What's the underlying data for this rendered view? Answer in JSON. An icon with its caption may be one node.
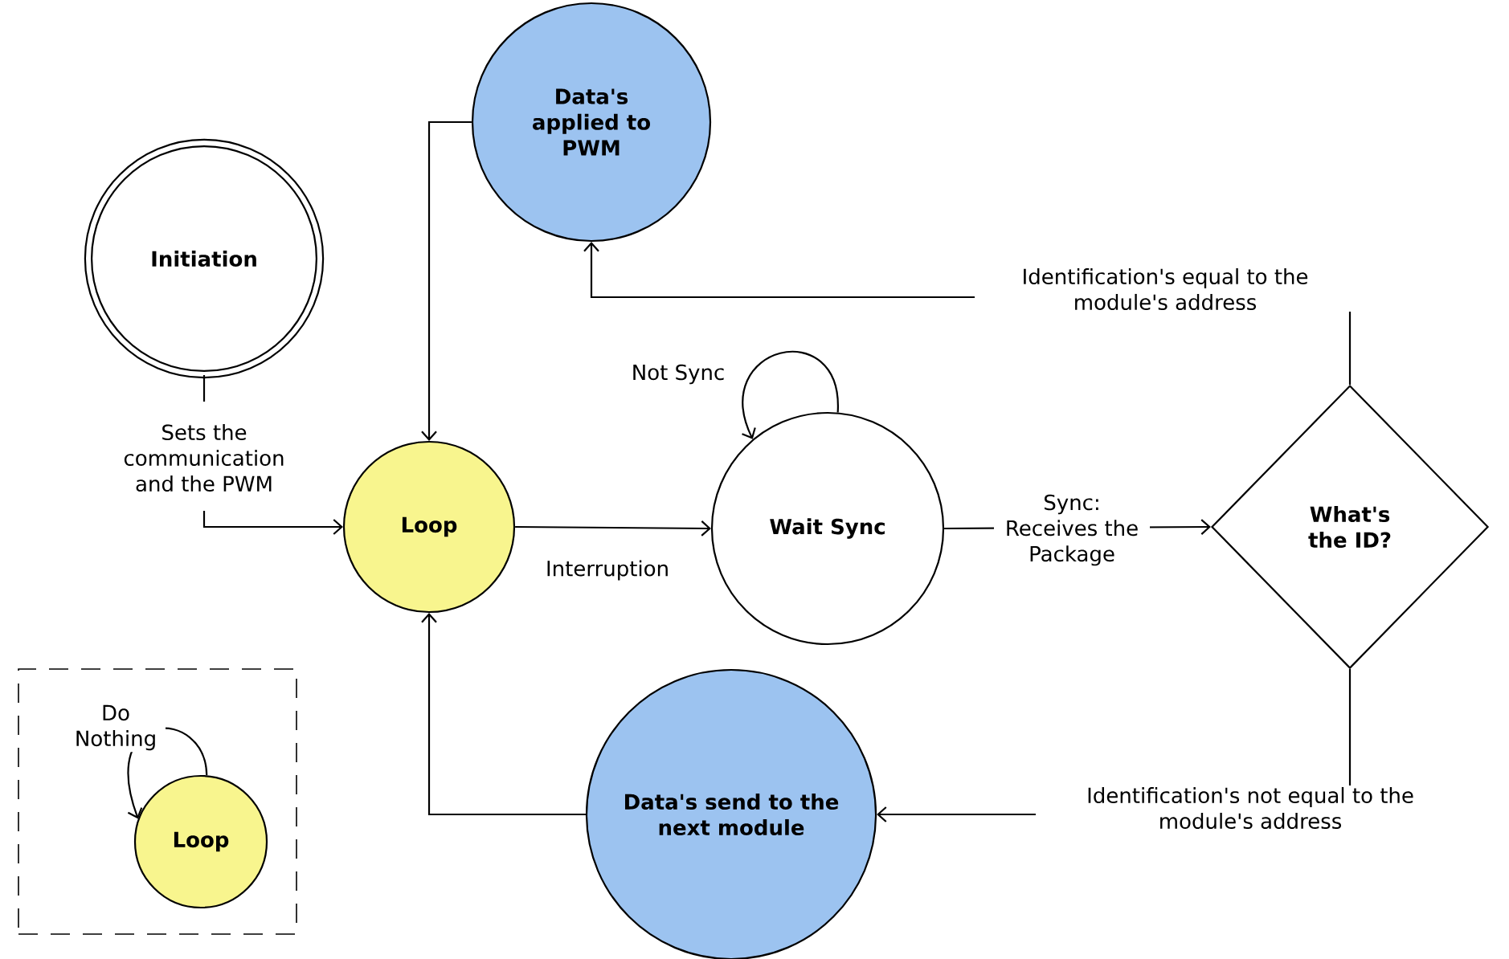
{
  "diagram": {
    "nodes": [
      {
        "text": [
          "Initiation"
        ]
      },
      {
        "text": [
          "Data's applied to PWM"
        ]
      },
      {
        "text": [
          "Loop"
        ]
      },
      {
        "text": [
          "Wait Sync"
        ]
      },
      {
        "text": [
          "What's the ID?"
        ]
      },
      {
        "text": [
          "Data's send to the next module"
        ]
      },
      {
        "text": [],
        "shape": "box"
      },
      {
        "text": [
          "Loop"
        ],
        "in": 6
      }
    ],
    "edges": [
      {
        "from": 0,
        "to": 2,
        "arrow": "to",
        "label": "Sets the communication and the PWM"
      },
      {
        "from": 1,
        "to": 2,
        "arrow": "to"
      },
      {
        "from": 2,
        "to": 3,
        "arrow": "to",
        "label": "Interruption"
      },
      {
        "from": 3,
        "to": 3,
        "arrow": "to",
        "label": "Not Sync"
      },
      {
        "from": 3,
        "to": 4,
        "arrow": "to",
        "label": "Sync: Receives the Package"
      },
      {
        "from": 4,
        "to": 1,
        "arrow": "to",
        "label": "Identification's equal to the module's address"
      },
      {
        "from": 4,
        "to": 5,
        "arrow": "to",
        "label": "Identification's not equal to the module's address"
      },
      {
        "from": 5,
        "to": 2,
        "arrow": "to"
      },
      {
        "from": 7,
        "to": 7,
        "arrow": "to",
        "label": "Do Nothing"
      }
    ]
  }
}
